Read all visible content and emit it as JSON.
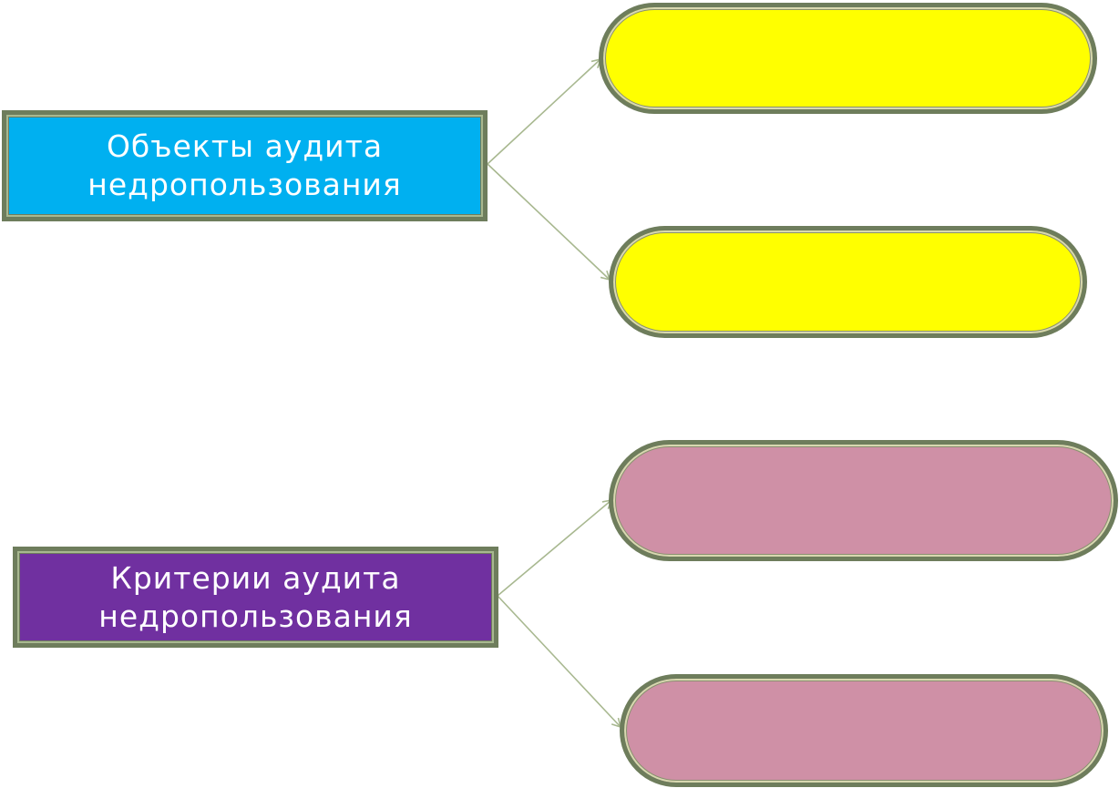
{
  "diagram": {
    "nodes": {
      "objects": {
        "line1": "Объекты аудита",
        "line2": "недропользования"
      },
      "criteria": {
        "line1": "Критерии аудита",
        "line2": "недропользования"
      }
    },
    "targets": [
      {
        "id": "pill-1",
        "group": "objects",
        "text": ""
      },
      {
        "id": "pill-2",
        "group": "objects",
        "text": ""
      },
      {
        "id": "pill-3",
        "group": "criteria",
        "text": ""
      },
      {
        "id": "pill-4",
        "group": "criteria",
        "text": ""
      }
    ],
    "colors": {
      "objects_fill": "#00b0f0",
      "criteria_fill": "#7030a0",
      "objects_targets_fill": "#ffff00",
      "criteria_targets_fill": "#cf90a6",
      "border": "#6e7d5c",
      "connector": "#a8b890"
    }
  }
}
